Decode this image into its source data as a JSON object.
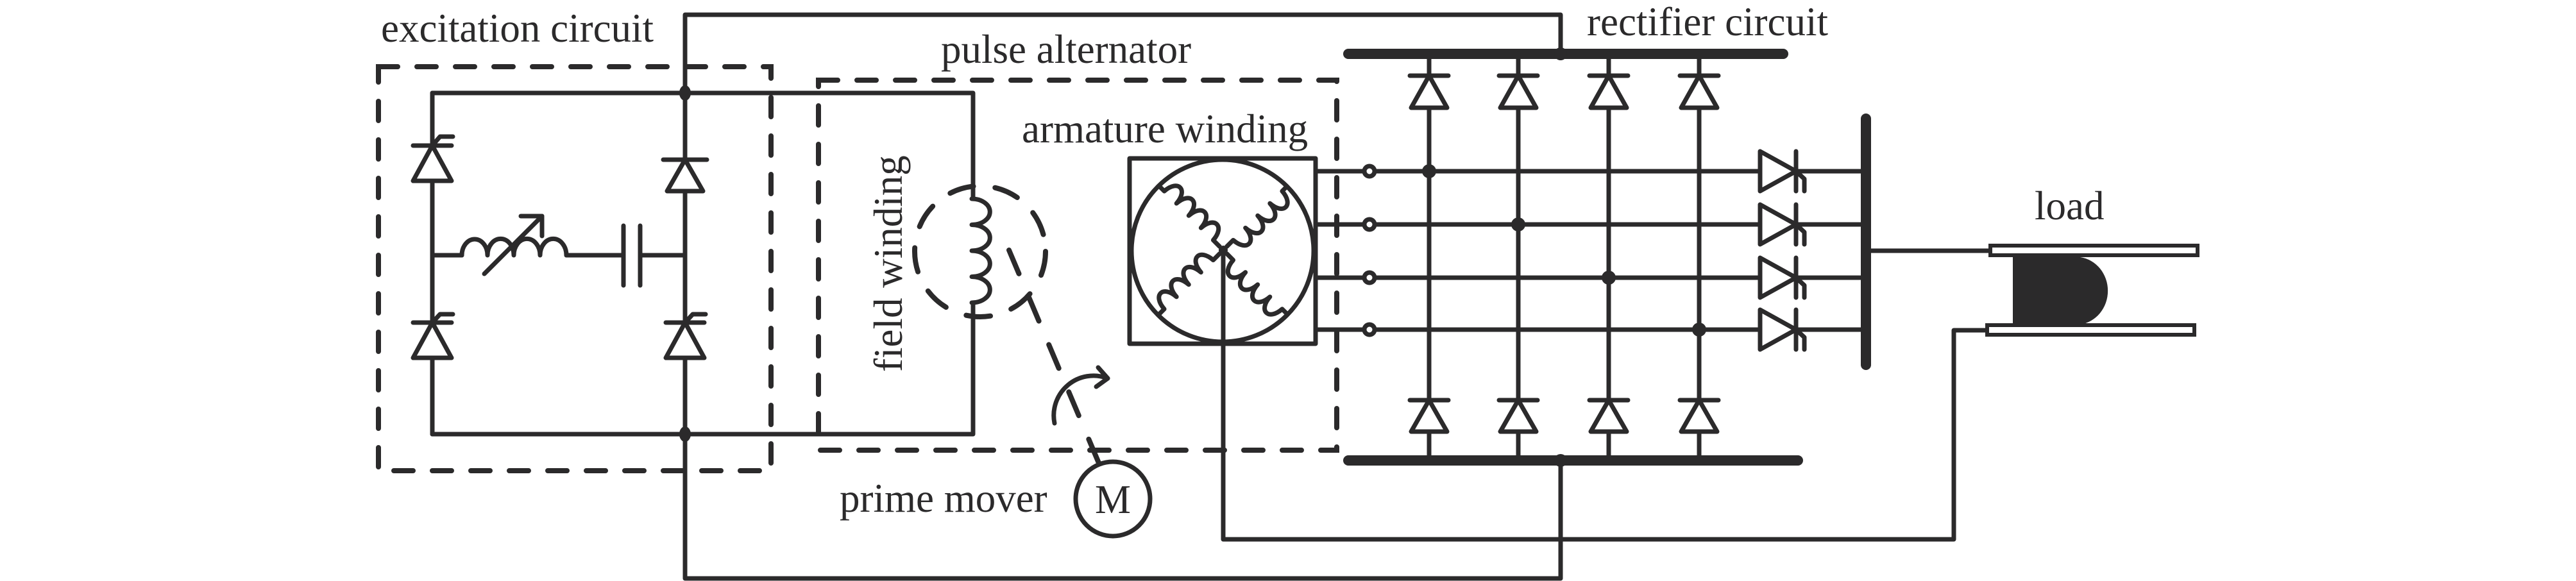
{
  "diagram": {
    "title": "Pulse alternator system circuit",
    "colors": {
      "ink": "#2b2a2b",
      "background": "#ffffff"
    },
    "labels": {
      "excitation_circuit": "excitation circuit",
      "pulse_alternator": "pulse alternator",
      "field_winding": "field winding",
      "armature_winding": "armature winding",
      "rectifier_circuit": "rectifier circuit",
      "prime_mover": "prime mover",
      "motor_symbol": "M",
      "load": "load"
    },
    "components": {
      "excitation_circuit": {
        "thyristors": 3,
        "diodes": 1,
        "variable_inductor": 1,
        "capacitor": 1
      },
      "pulse_alternator": {
        "field_winding_turns": 4,
        "armature_phases": 4,
        "armature_connection": "star"
      },
      "rectifier_circuit": {
        "upper_diodes": 4,
        "lower_diodes": 4,
        "output_thyristors": 4,
        "input_terminals": 4
      },
      "load": {
        "type": "railgun-armature"
      }
    }
  }
}
